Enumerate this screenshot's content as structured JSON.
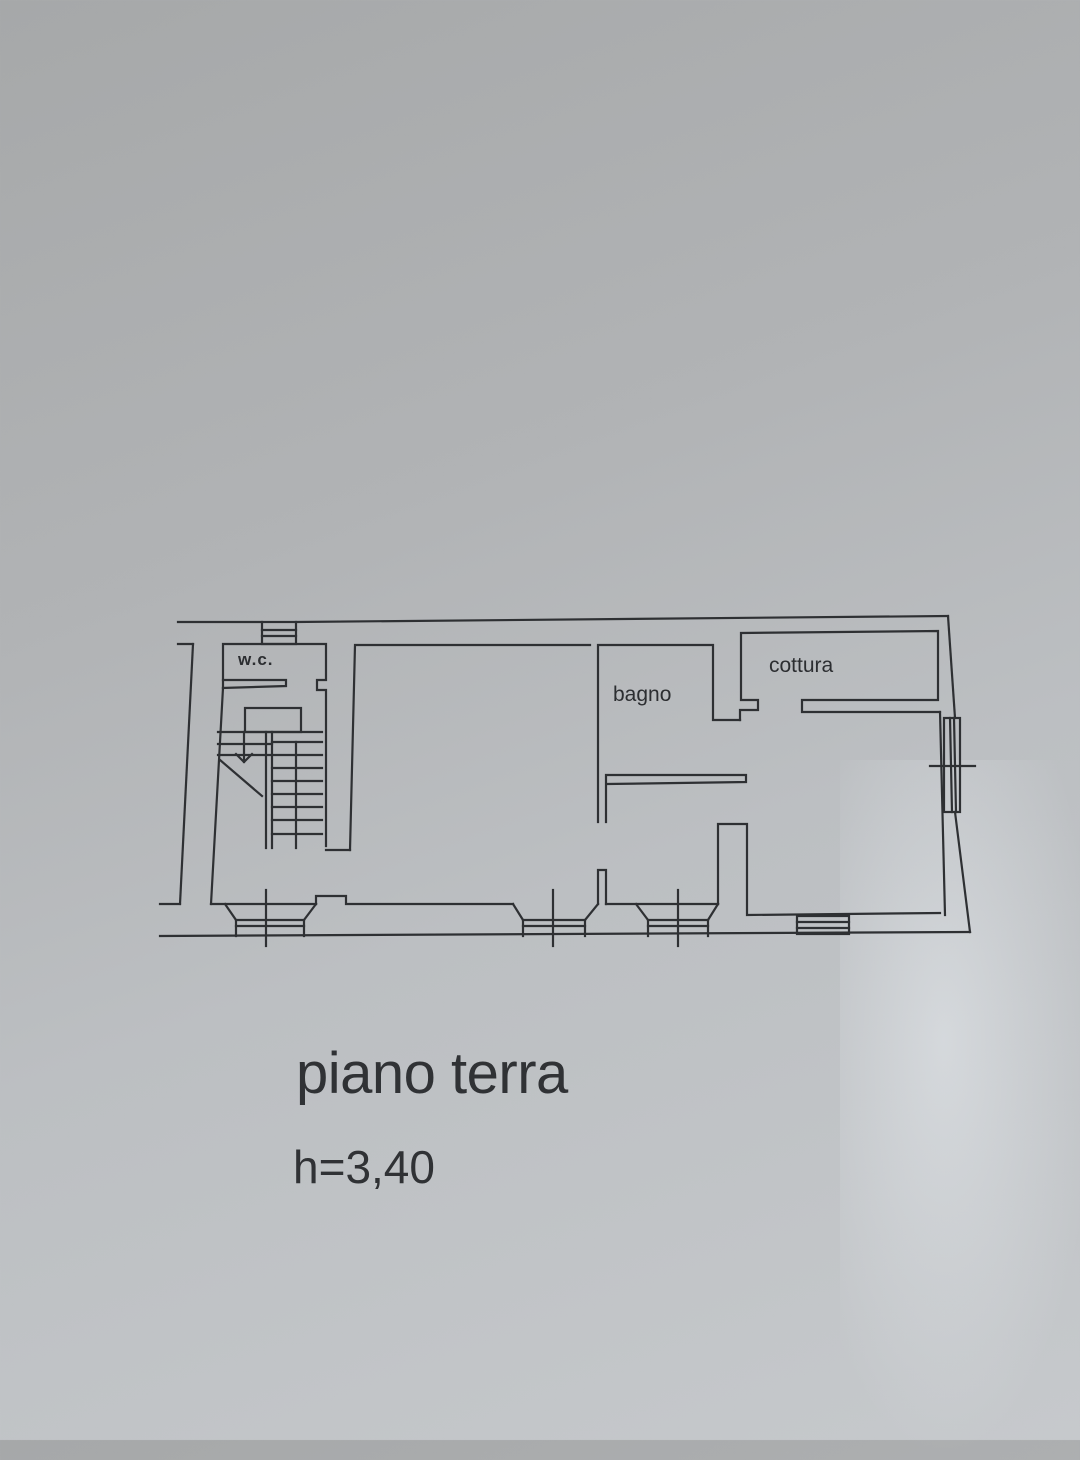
{
  "floor_plan": {
    "rooms": [
      {
        "id": "wc",
        "label": "w.c."
      },
      {
        "id": "bagno",
        "label": "bagno"
      },
      {
        "id": "cottura",
        "label": "cottura"
      }
    ],
    "title": "piano terra",
    "ceiling_height": "h=3,40"
  },
  "colors": {
    "paper": "#b4b6b8",
    "ink": "#2e3033"
  }
}
